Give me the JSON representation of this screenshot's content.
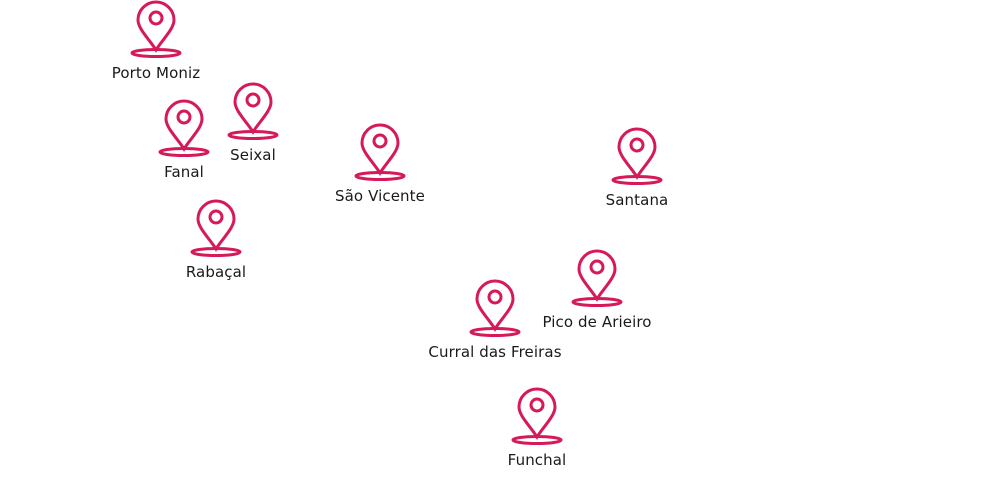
{
  "map": {
    "pin_color": "#d6195a",
    "label_color": "#1a1a1a",
    "icon": "map-pin-icon",
    "locations": [
      {
        "name": "Porto Moniz"
      },
      {
        "name": "Seixal"
      },
      {
        "name": "Fanal"
      },
      {
        "name": "São Vicente"
      },
      {
        "name": "Santana"
      },
      {
        "name": "Rabaçal"
      },
      {
        "name": "Pico de Arieiro"
      },
      {
        "name": "Curral das Freiras"
      },
      {
        "name": "Funchal"
      }
    ]
  }
}
